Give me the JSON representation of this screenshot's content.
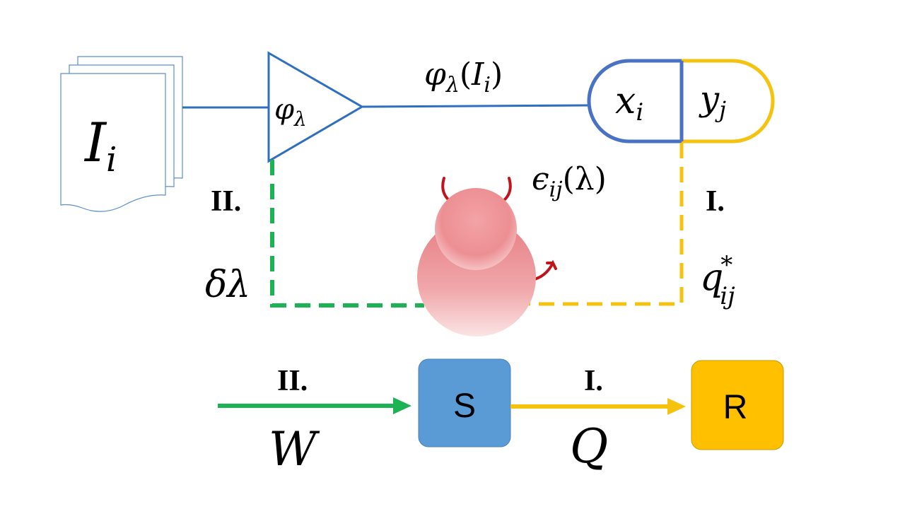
{
  "diagram": {
    "document": {
      "symbol": "I",
      "subscript": "i"
    },
    "encoder": {
      "symbol": "φ",
      "subscript": "λ"
    },
    "encoder_output": {
      "text": "φ",
      "subscript": "λ",
      "arg_open": "(",
      "arg": "I",
      "arg_sub": "i",
      "arg_close": ")"
    },
    "pair_left": {
      "symbol": "x",
      "subscript": "i"
    },
    "pair_right": {
      "symbol": "y",
      "subscript": "j"
    },
    "adversary_label": {
      "symbol": "ϵ",
      "subscript": "ij",
      "arg": "(λ)"
    },
    "path_two_label": "II.",
    "path_one_label": "I.",
    "delta_label": "δλ",
    "q_label": {
      "symbol": "q",
      "subscript": "ij",
      "superscript": "*"
    }
  },
  "flow": {
    "arrow_two_label": "II.",
    "arrow_two_var": "W",
    "arrow_one_label": "I.",
    "arrow_one_var": "Q",
    "box_s": "S",
    "box_r": "R"
  },
  "colors": {
    "blue": "#2f6fbf",
    "blue_pill": "#4a72c4",
    "yellow": "#f5c20f",
    "green": "#1db254",
    "red": "#c0141c",
    "box_s": "#5b9bd5",
    "box_r": "#ffc000"
  }
}
